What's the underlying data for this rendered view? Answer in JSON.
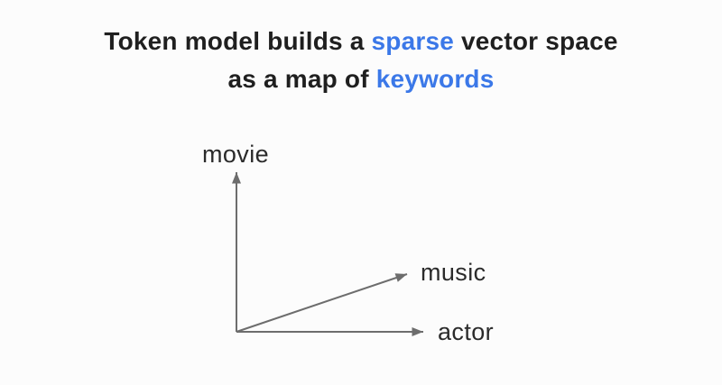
{
  "title": {
    "line1_pre": "Token model builds a",
    "line1_accent": "sparse",
    "line1_post": "vector space",
    "line2_pre": "as a map of",
    "line2_accent": "keywords"
  },
  "diagram": {
    "labels": {
      "movie": "movie",
      "music": "music",
      "actor": "actor"
    },
    "vectors": [
      {
        "name": "movie-axis",
        "direction": "up",
        "label": "movie"
      },
      {
        "name": "music-vector",
        "direction": "up-right",
        "label": "music"
      },
      {
        "name": "actor-axis",
        "direction": "right",
        "label": "actor"
      }
    ]
  },
  "colors": {
    "accent_blue": "#3b78e8",
    "title_text": "#1f1f1f",
    "label_text": "#2b2b2b",
    "arrow_gray": "#6d6d6d",
    "background": "#fcfcfc"
  }
}
